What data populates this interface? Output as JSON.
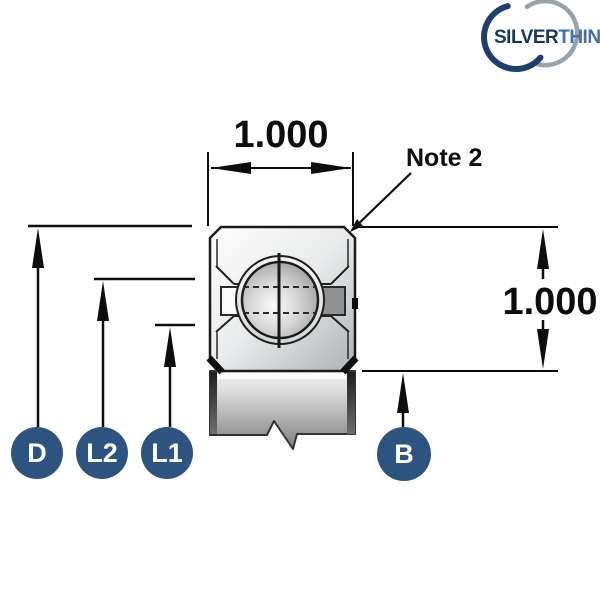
{
  "logo": {
    "brand_part1": "SILVER",
    "brand_part2": "THIN"
  },
  "dimensions": {
    "width_value": "1.000",
    "height_value": "1.000",
    "note": "Note 2"
  },
  "callouts": {
    "d": "D",
    "l2": "L2",
    "l1": "L1",
    "b": "B"
  },
  "colors": {
    "badge_blue": "#2d5480",
    "drawing_line": "#1a1a1a",
    "logo_navy": "#17365d",
    "logo_blue": "#4070a6",
    "logo_gray": "#9aa2ac",
    "metal_light": "#f5f6f7",
    "metal_dark": "#8d9093"
  }
}
